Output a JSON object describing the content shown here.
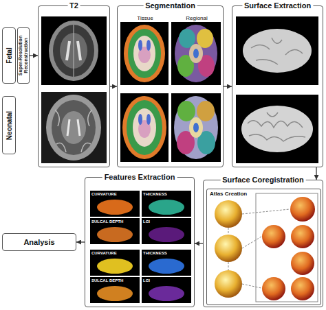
{
  "diagram": {
    "nodes": [
      {
        "text": [
          "Fetal"
        ]
      },
      {
        "text": [
          "Super-Resolution Reconstruction"
        ]
      },
      {
        "text": [
          "Neonatal"
        ]
      },
      {
        "text": [
          "T2"
        ]
      },
      {
        "text": [
          "Segmentation",
          "Tissue",
          "Regional"
        ]
      },
      {
        "text": [
          "Surface Extraction"
        ]
      },
      {
        "text": [
          "Surface Coregistration"
        ]
      },
      {
        "text": [
          "Atlas Creation"
        ],
        "in": 6
      },
      {
        "text": [
          "Features Extraction"
        ]
      },
      {
        "text": [
          "Analysis"
        ]
      }
    ],
    "edges": [
      {
        "from": 1,
        "to": 3,
        "arrow": "to"
      },
      {
        "from": 3,
        "to": 4,
        "arrow": "to"
      },
      {
        "from": 4,
        "to": 5,
        "arrow": "to"
      },
      {
        "from": 5,
        "to": 6,
        "arrow": "to"
      },
      {
        "from": 6,
        "to": 8,
        "arrow": "to"
      },
      {
        "from": 8,
        "to": 9,
        "arrow": "to"
      }
    ],
    "labels": [
      "CURVATURE",
      "THICKNESS",
      "SULCAL DEPTH",
      "LGI",
      "CURVATURE",
      "THICKNESS",
      "SULCAL DEPTH",
      "LGI"
    ]
  }
}
